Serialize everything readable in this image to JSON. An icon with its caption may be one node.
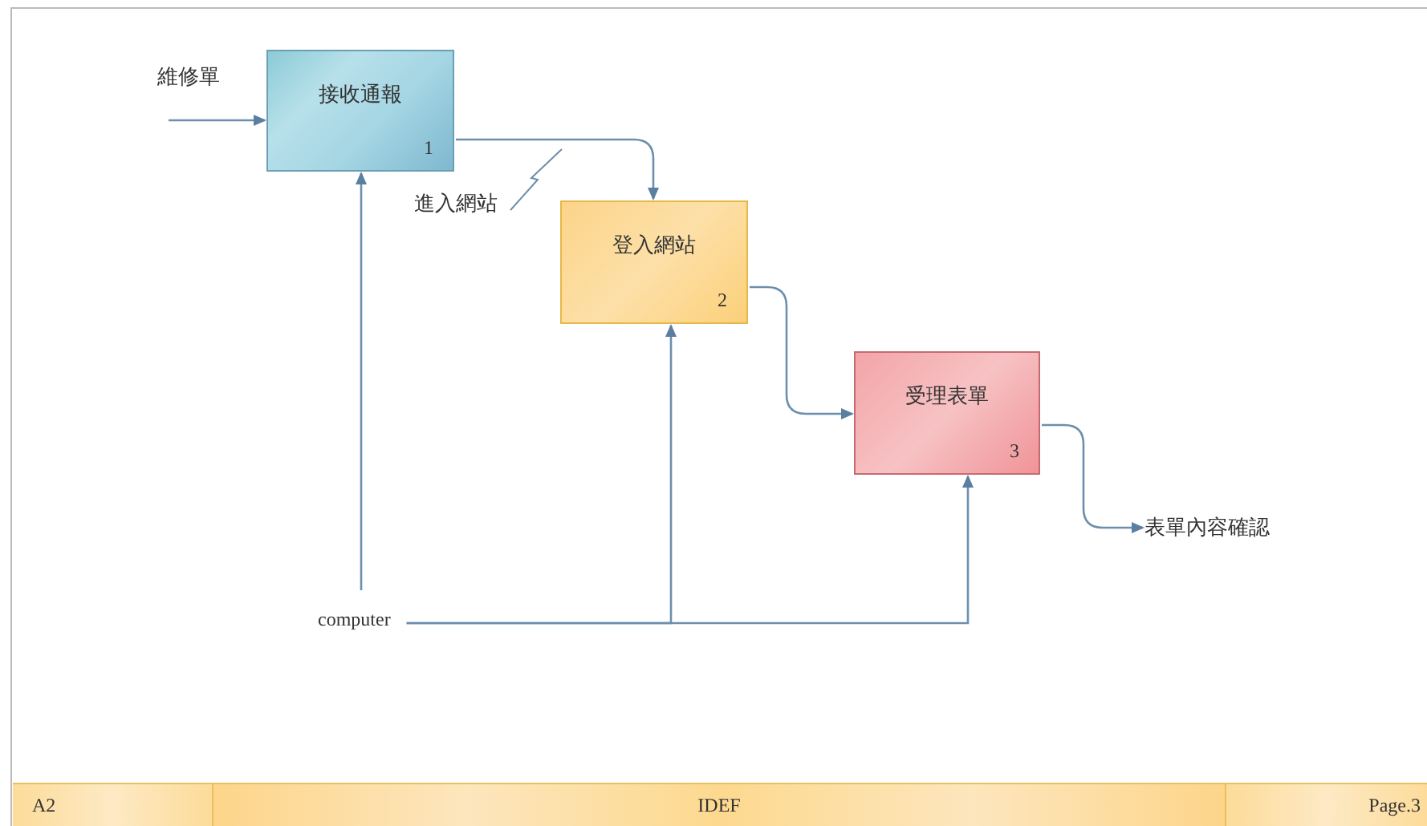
{
  "diagram": {
    "nodes": [
      {
        "text": [
          "接收通報",
          "1"
        ]
      },
      {
        "text": [
          "登入網站",
          "2"
        ]
      },
      {
        "text": [
          "受理表單",
          "3"
        ]
      },
      {
        "text": [
          "computer"
        ]
      },
      {
        "text": [
          "表單內容確認"
        ]
      }
    ],
    "edges": [
      {
        "from": null,
        "to": 0,
        "arrow": "to",
        "label": "維修單"
      },
      {
        "from": 0,
        "to": 1,
        "arrow": "to",
        "label": "進入網站"
      },
      {
        "from": 1,
        "to": 2,
        "arrow": "to"
      },
      {
        "from": 2,
        "to": 4,
        "arrow": "to"
      },
      {
        "from": 3,
        "to": 0,
        "arrow": "to"
      },
      {
        "from": 3,
        "to": 1,
        "arrow": "to"
      },
      {
        "from": 3,
        "to": 2,
        "arrow": "to"
      }
    ],
    "labels": [
      "A2",
      "IDEF",
      "Page.3"
    ]
  }
}
